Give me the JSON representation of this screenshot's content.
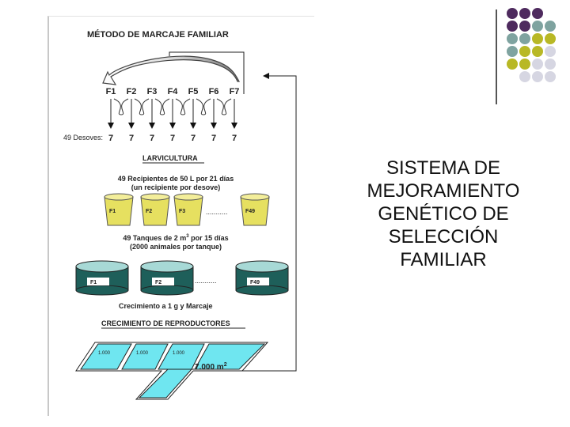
{
  "slide": {
    "title": "SISTEMA DE\nMEJORAMIENTO\nGENÉTICO DE\nSELECCIÓN\nFAMILIAR"
  },
  "figure": {
    "heading": "MÉTODO DE MARCAJE FAMILIAR",
    "families": [
      "F1",
      "F2",
      "F3",
      "F4",
      "F5",
      "F6",
      "F7"
    ],
    "desoves_label": "49 Desoves:",
    "desoves_counts": [
      "7",
      "7",
      "7",
      "7",
      "7",
      "7",
      "7"
    ],
    "larvicultura_heading": "LARVICULTURA",
    "recipients_line1": "49 Recipientes de 50 L por 21 días",
    "recipients_line2": "(un recipiente por desove)",
    "bucket_labels": [
      "F1",
      "F2",
      "F3",
      "F49"
    ],
    "bucket_ellipsis": "...........",
    "tanks_line1": "49 Tanques de 2 m",
    "tanks_superscript": "3",
    "tanks_line1_tail": " por 15 días",
    "tanks_line2": "(2000 animales por tanque)",
    "tank_labels": [
      "F1",
      "F2",
      "F49"
    ],
    "tank_ellipsis": "...........",
    "growth_label": "Crecimiento a 1 g y Marcaje",
    "reproducers_heading": "CRECIMIENTO DE REPRODUCTORES",
    "pond_labels": [
      "1.000",
      "1.000",
      "1.000"
    ],
    "big_pond_label": "7.000 m",
    "big_pond_superscript": "2"
  },
  "colors": {
    "purple": "#4e2a5e",
    "teal": "#7fa3a0",
    "olive": "#b8b825",
    "lavender": "#d6d6e2",
    "bucket_yellow": "#e6e060",
    "tank_teal": "#1e5f5a",
    "pond_cyan": "#6fe6f0"
  },
  "decor": {
    "dot_grid": [
      [
        "purple",
        "purple",
        "purple",
        ""
      ],
      [
        "purple",
        "purple",
        "teal",
        "teal"
      ],
      [
        "teal",
        "teal",
        "olive",
        "olive"
      ],
      [
        "teal",
        "olive",
        "olive",
        "lavender"
      ],
      [
        "olive",
        "olive",
        "lavender",
        "lavender"
      ],
      [
        "",
        "lavender",
        "lavender",
        "lavender"
      ]
    ]
  }
}
